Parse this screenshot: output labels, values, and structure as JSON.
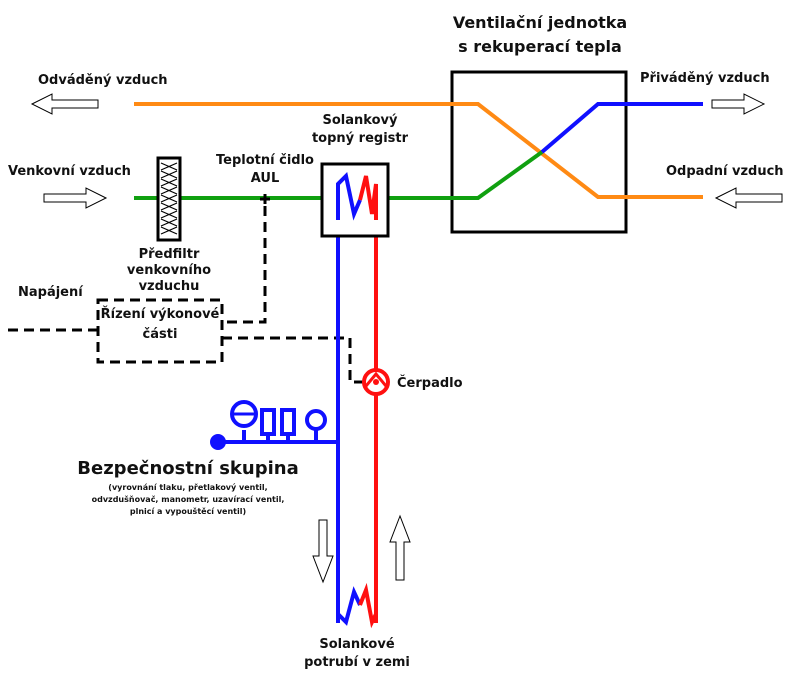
{
  "colors": {
    "exhaust_air": "#ff8a14",
    "outdoor_air": "#10a010",
    "brine_cold": "#1010ff",
    "brine_hot": "#ff1010",
    "control_line": "#000000"
  },
  "labels": {
    "unit_title_line1": "Ventilační jednotka",
    "unit_title_line2": "s rekuperací tepla",
    "odvadeny": "Odváděný vzduch",
    "privadeny": "Přiváděný vzduch",
    "venkovni": "Venkovní vzduch",
    "odpadni": "Odpadní vzduch",
    "registr_line1": "Solankový",
    "registr_line2": "topný registr",
    "cidlo_line1": "Teplotní čidlo",
    "cidlo_line2": "AUL",
    "filtr_line1": "Předfiltr",
    "filtr_line2": "venkovního",
    "filtr_line3": "vzduchu",
    "napajeni": "Napájení",
    "rizeni_line1": "Řízení výkonové",
    "rizeni_line2": "části",
    "cerpadlo": "Čerpadlo",
    "skupina_title": "Bezpečnostní skupina",
    "skupina_line1": "(vyrovnání tlaku, přetlakový ventil,",
    "skupina_line2": "odvzdušňovač, manometr, uzavírací ventil,",
    "skupina_line3": "plnicí a vypouštěcí ventil)",
    "potrubi_line1": "Solankové",
    "potrubi_line2": "potrubí v zemi"
  }
}
